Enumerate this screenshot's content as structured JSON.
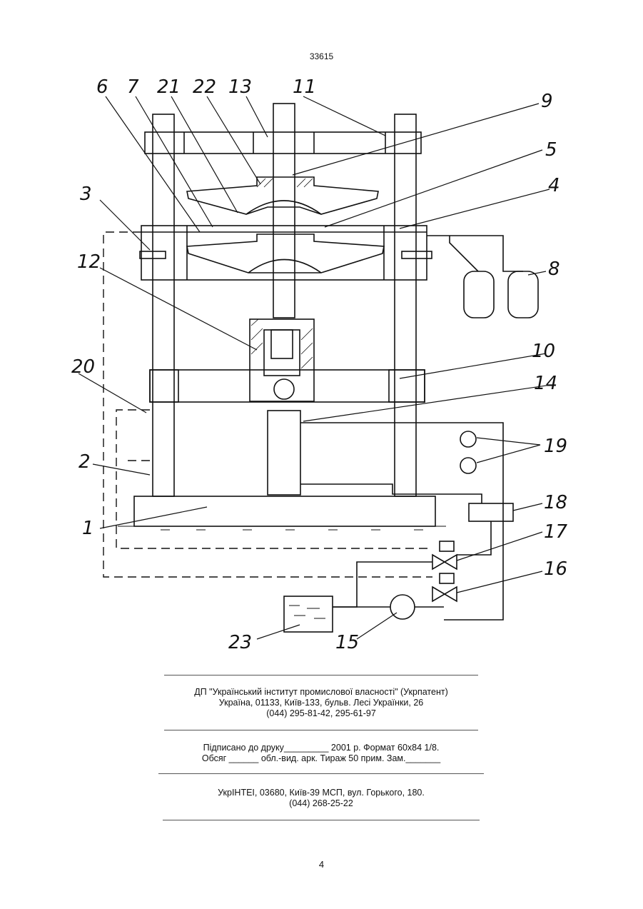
{
  "header": {
    "patent_number": "33615"
  },
  "figure": {
    "callouts": [
      "1",
      "2",
      "3",
      "4",
      "5",
      "6",
      "7",
      "8",
      "9",
      "10",
      "11",
      "12",
      "13",
      "14",
      "15",
      "16",
      "17",
      "18",
      "19",
      "20",
      "21",
      "22",
      "23"
    ]
  },
  "publisher": {
    "line1": "ДП \"Український інститут промислової власності\" (Укрпатент)",
    "line2": "Україна, 01133, Київ-133, бульв. Лесі Українки, 26",
    "line3": "(044) 295-81-42, 295-61-97"
  },
  "print_info": {
    "line1": "Підписано до друку_________ 2001 р.    Формат 60х84 1/8.",
    "line2": "Обсяг ______ обл.-вид. арк.   Тираж 50 прим.    Зам._______"
  },
  "printer": {
    "line1": "УкрІНТЕІ, 03680, Київ-39 МСП, вул. Горького, 180.",
    "line2": "(044) 268-25-22"
  },
  "footer": {
    "page_number": "4"
  }
}
